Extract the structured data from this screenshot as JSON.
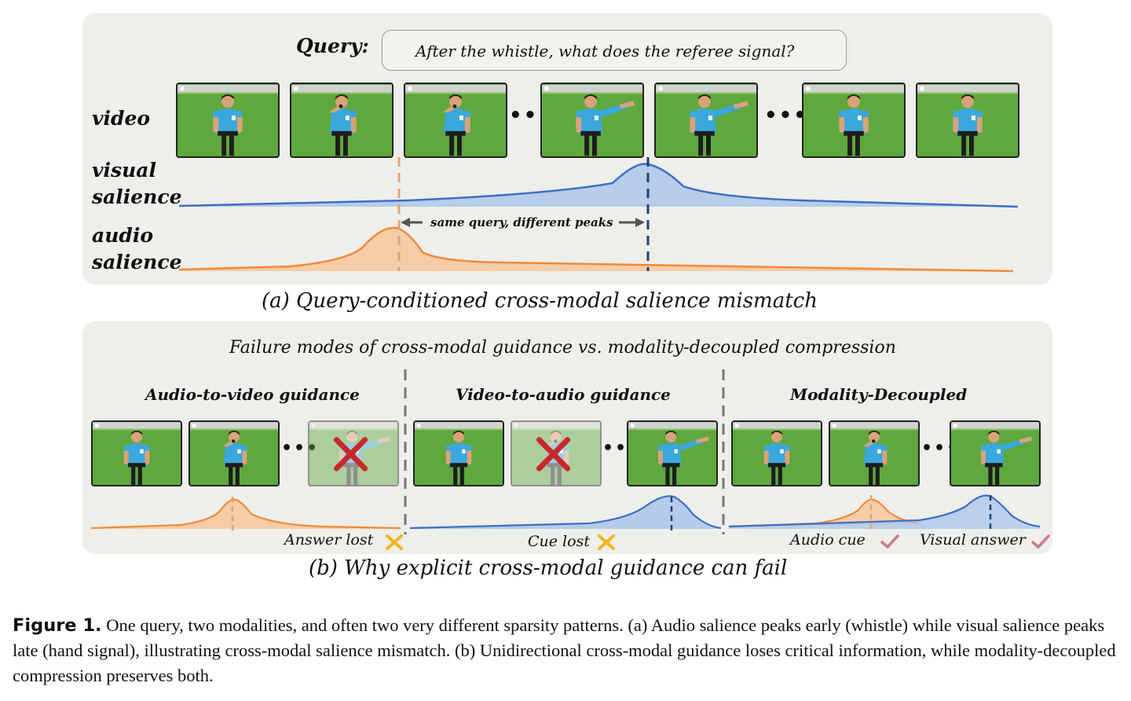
{
  "panel_a": {
    "query_label": "Query:",
    "query_text": "After the whistle, what does the referee signal?",
    "row_video": "video",
    "row_visual": [
      "visual",
      "salience"
    ],
    "row_audio": [
      "audio",
      "salience"
    ],
    "peak_note": "same query, different peaks",
    "caption": "(a) Query-conditioned cross-modal salience mismatch"
  },
  "panel_b": {
    "heading": "Failure modes of cross-modal guidance vs. modality-decoupled compression",
    "col1_title": "Audio-to-video guidance",
    "col2_title": "Video-to-audio guidance",
    "col3_title": "Modality-Decoupled",
    "col1_result": "Answer lost",
    "col2_result": "Cue lost",
    "col3_result_audio": "Audio cue",
    "col3_result_visual": "Visual answer",
    "caption": "(b) Why explicit cross-modal guidance can fail"
  },
  "figure_caption": {
    "label": "Figure 1.",
    "text": " One query, two modalities, and often two very different sparsity patterns. (a) Audio salience peaks early (whistle) while visual salience peaks late (hand signal), illustrating cross-modal salience mismatch. (b) Unidirectional cross-modal guidance loses critical information, while modality-decoupled compression preserves both."
  },
  "colors": {
    "audio": "#f08a3a",
    "visual": "#3d6fc4",
    "panel": "#eeeeea",
    "pitch": "#5aa33c",
    "cross": "#c8282a",
    "fail_mark": "#f2b61e",
    "check": "#c97f8c"
  },
  "icons": {
    "ellipsis": "ellipsis-icon",
    "fail": "x-mark-icon",
    "success": "check-mark-icon",
    "discarded": "red-cross-icon"
  }
}
